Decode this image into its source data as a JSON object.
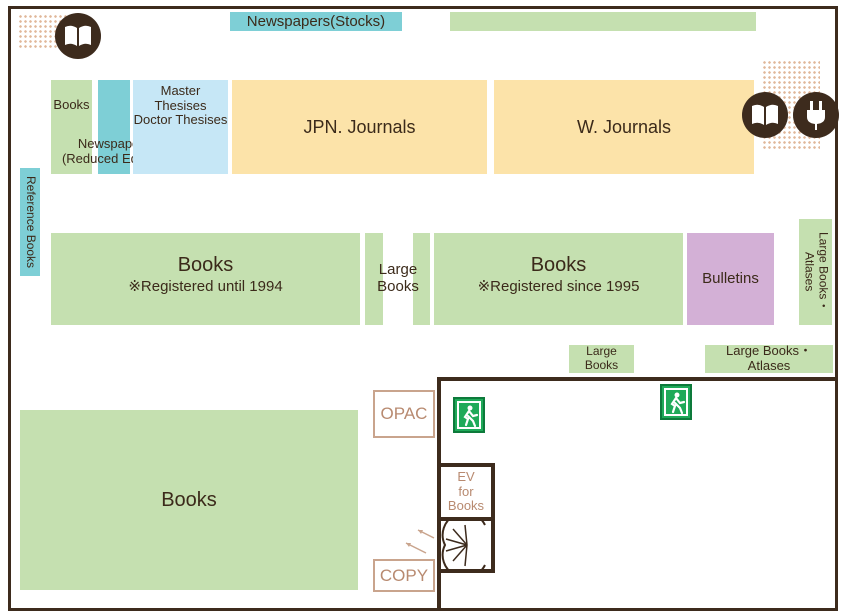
{
  "areas": {
    "newspapers_stocks": "Newspapers(Stocks)",
    "books_small": "Books",
    "newspapers_reduced": "Newspapers\n(Reduced Edition)",
    "theses": "Master Thesises\nDoctor Thesises",
    "jpn_journals": "JPN. Journals",
    "w_journals": "W. Journals",
    "reference_books": "Reference Books",
    "books_1994_title": "Books",
    "books_1994_note": "※Registered until 1994",
    "large_books_mid": "Large\nBooks",
    "books_1995_title": "Books",
    "books_1995_note": "※Registered since 1995",
    "bulletins": "Bulletins",
    "large_books_atlases_vertical": "Large Books・Atlases",
    "large_books_bottom": "Large Books",
    "large_books_atlases_bottom": "Large Books・Atlases",
    "books_big": "Books",
    "opac": "OPAC",
    "ev_for_books": "EV\nfor\nBooks",
    "copy": "COPY"
  },
  "colors": {
    "wall": "#3d2b1d",
    "books": "#c5e0b0",
    "newspapers": "#7ecfd6",
    "theses": "#c6e7f6",
    "journals": "#fce3a9",
    "bulletins": "#d3b0d6",
    "service_outline": "#c9a48d",
    "exit": "#1faa59"
  },
  "icons": [
    "book-icon",
    "book-icon",
    "power-outlet-icon",
    "emergency-exit-icon",
    "emergency-exit-icon",
    "spiral-staircase-icon"
  ]
}
